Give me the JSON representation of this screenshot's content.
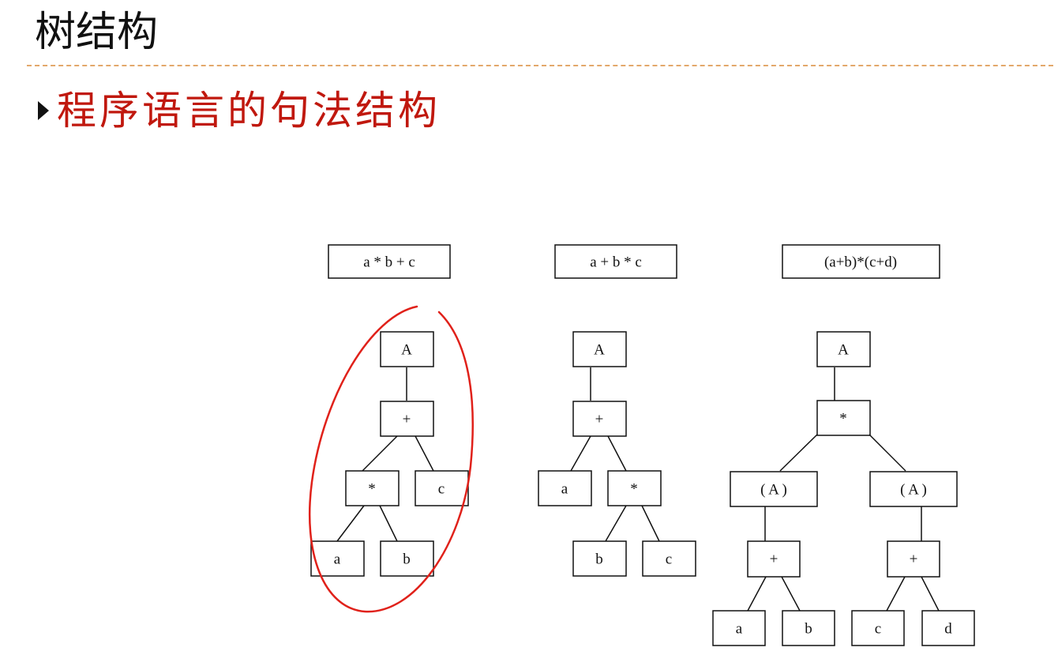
{
  "slide": {
    "title": "树结构",
    "subtitle": "程序语言的句法结构"
  },
  "trees": [
    {
      "expression": "a * b + c",
      "nodes": {
        "root": "A",
        "n1": "+",
        "n2": "*",
        "n3": "c",
        "n4": "a",
        "n5": "b"
      }
    },
    {
      "expression": "a + b * c",
      "nodes": {
        "root": "A",
        "n1": "+",
        "n2": "a",
        "n3": "*",
        "n4": "b",
        "n5": "c"
      }
    },
    {
      "expression": "(a+b)*(c+d)",
      "nodes": {
        "root": "A",
        "n1": "*",
        "n2": "( A )",
        "n3": "( A )",
        "n4": "+",
        "n5": "+",
        "n6": "a",
        "n7": "b",
        "n8": "c",
        "n9": "d"
      }
    }
  ],
  "annotation": {
    "color": "#e0211a"
  }
}
